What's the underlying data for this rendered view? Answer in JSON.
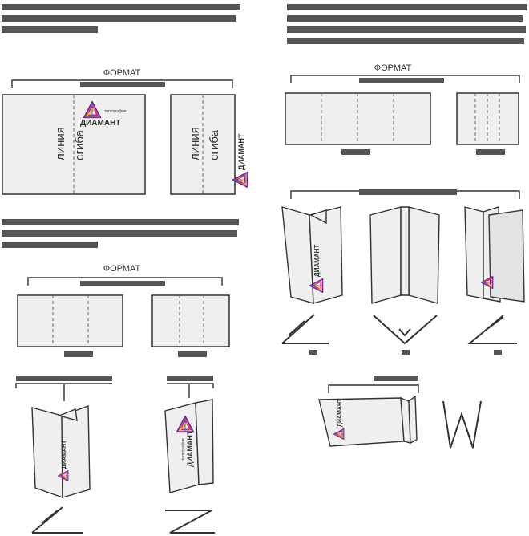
{
  "text": {
    "block1": "",
    "block2": "",
    "block3": ""
  },
  "labels": {
    "format": "ФОРМАТ",
    "fold_line_1": "линия",
    "fold_line_2": "сгиба",
    "brand": "ДИАМАНТ",
    "brand_small": "типография",
    "side_1": "",
    "side_2": "",
    "open_state": "",
    "folded_state": "",
    "fold_a": "",
    "fold_b": "",
    "fold_c": ""
  },
  "colors": {
    "sheet": "#efefef",
    "line": "#333333",
    "accent_pink": "#e6197e",
    "accent_yellow": "#f5c400",
    "accent_purple": "#6d2d8f",
    "accent_blue": "#2a64b0"
  },
  "icons": [
    "logo-triangle-icon",
    "fold-v-icon",
    "fold-z-icon",
    "fold-w-icon",
    "fold-roll-icon"
  ]
}
